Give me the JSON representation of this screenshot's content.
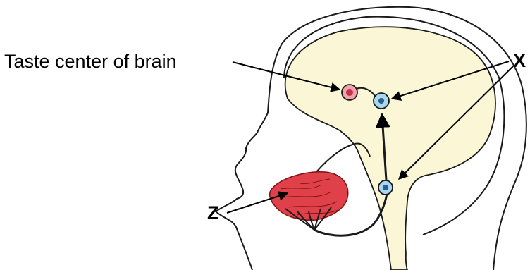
{
  "labels": {
    "taste_center": "Taste center of brain",
    "x": "X",
    "z": "Z"
  },
  "colors": {
    "background": "#ffffff",
    "brain_fill": "#fbf7d6",
    "outline": "#1a1a1a",
    "tongue": "#e0404a",
    "tongue_muscle": "#7a1515",
    "taste_center_outer": "#f3a2ac",
    "taste_center_inner": "#c2334a",
    "neuron": "#aad6f0",
    "neuron_dark": "#2a5f8f",
    "arrow": "#000000"
  }
}
